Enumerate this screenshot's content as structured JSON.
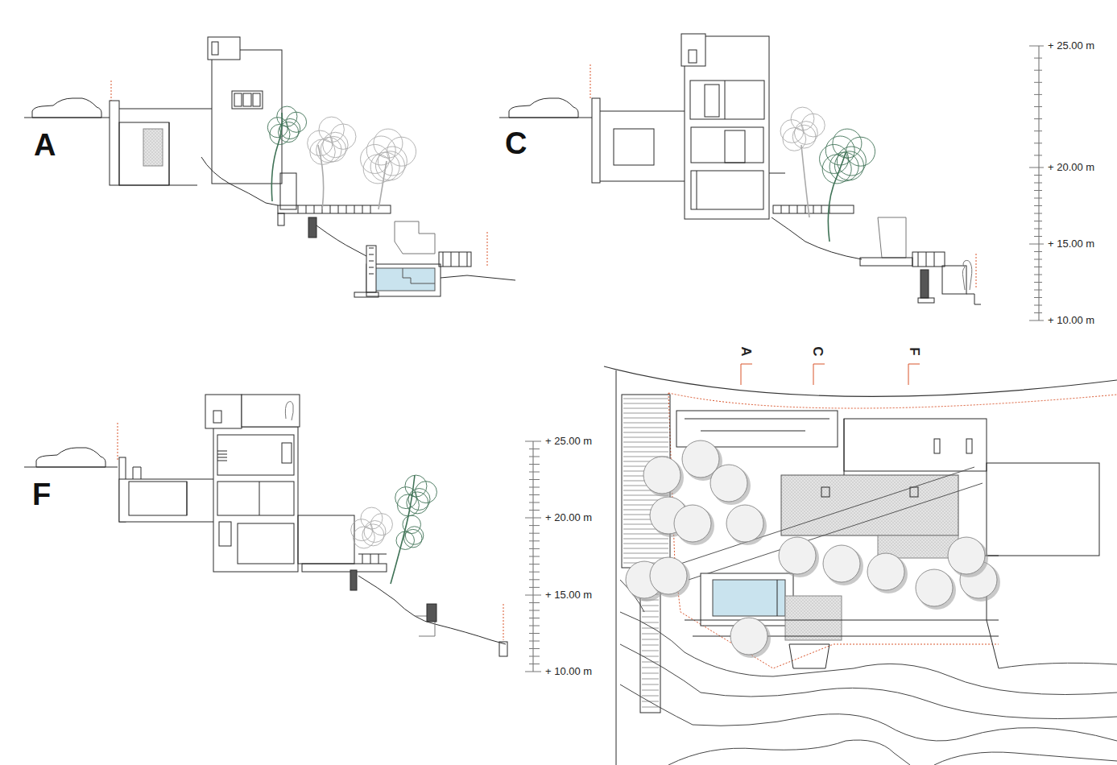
{
  "diagram": {
    "labels": [
      "A",
      "C",
      "F",
      "+ 25.00 m",
      "+ 20.00 m",
      "+ 15.00 m",
      "+ 10.00 m",
      "+ 25.00 m",
      "+ 20.00 m",
      "+ 15.00 m",
      "+ 10.00 m",
      "A",
      "C",
      "F"
    ]
  }
}
